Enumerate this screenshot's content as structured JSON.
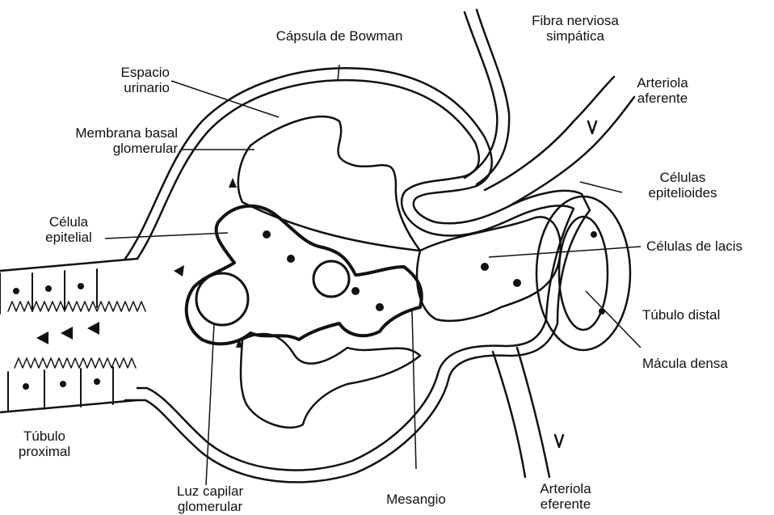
{
  "diagram": {
    "labels": {
      "capsula_bowman": "Cápsula de Bowman",
      "fibra_nerviosa": "Fibra nerviosa\nsimpática",
      "espacio_urinario": "Espacio\nurinario",
      "arteriola_aferente": "Arteriola\naferente",
      "membrana_basal": "Membrana basal\nglomerular",
      "celulas_epitelioides": "Células\nepitelioides",
      "celula_epitelial": "Célula\nepitelial",
      "celulas_lacis": "Células de lacis",
      "tubulo_distal": "Túbulo distal",
      "macula_densa": "Mácula densa",
      "tubulo_proximal": "Túbulo\nproximal",
      "luz_capilar": "Luz capilar\nglomerular",
      "mesangio": "Mesangio",
      "arteriola_eferente": "Arteriola\neferente"
    },
    "colors": {
      "ink": "#111111",
      "background": "#ffffff"
    }
  }
}
